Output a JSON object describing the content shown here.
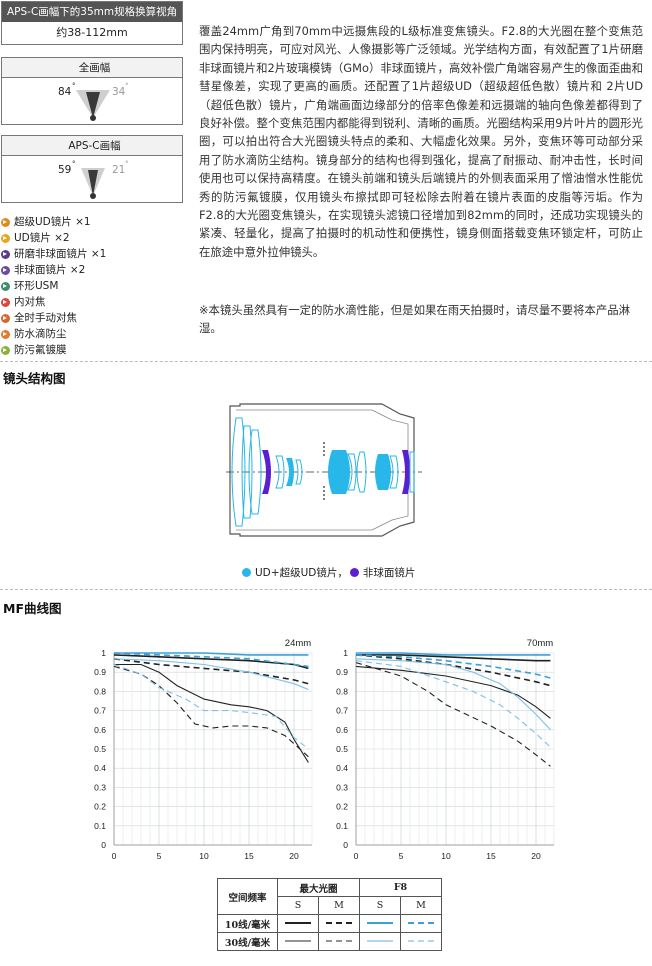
{
  "specs": {
    "aps_c_equiv": {
      "header": "APS-C画幅下的35mm规格换算视角",
      "value": "约38-112mm"
    },
    "full_frame": {
      "header": "全画幅",
      "wide_angle": "84",
      "tele_angle": "34"
    },
    "aps_c": {
      "header": "APS-C画幅",
      "wide_angle": "59",
      "tele_angle": "21"
    }
  },
  "features": [
    {
      "label": "超级UD镜片 ×1",
      "color": "#e08a1e"
    },
    {
      "label": "UD镜片 ×2",
      "color": "#e8a522"
    },
    {
      "label": "研磨非球面镜片 ×1",
      "color": "#5a3b8c"
    },
    {
      "label": "非球面镜片 ×2",
      "color": "#6b4aa0"
    },
    {
      "label": "环形USM",
      "color": "#3a8f6a"
    },
    {
      "label": "内对焦",
      "color": "#d9473a"
    },
    {
      "label": "全时手动对焦",
      "color": "#d7662a"
    },
    {
      "label": "防水滴防尘",
      "color": "#e07b2a"
    },
    {
      "label": "防污氟镀膜",
      "color": "#8cb03c"
    }
  ],
  "description": "覆盖24mm广角到70mm中远摄焦段的L级标准变焦镜头。F2.8的大光圈在整个变焦范围内保持明亮，可应对风光、人像摄影等广泛领域。光学结构方面，有效配置了1片研磨非球面镜片和2片玻璃模铸（GMo）非球面镜片，高效补偿广角端容易产生的像面歪曲和彗星像差，实现了更高的画质。还配置了1片超级UD（超级超低色散）镜片和 2片UD（超低色散）镜片，广角端画面边缘部分的倍率色像差和远摄端的轴向色像差都得到了良好补偿。整个变焦范围内都能得到锐利、清晰的画质。光圈结构采用9片叶片的圆形光圈，可以拍出符合大光圈镜头特点的柔和、大幅虚化效果。另外，变焦环等可动部分采用了防水滴防尘结构。镜身部分的结构也得到强化，提高了耐振动、耐冲击性，长时间使用也可以保持高精度。在镜头前端和镜头后端镜片的外侧表面采用了憎油憎水性能优秀的防污氟镀膜，仅用镜头布擦拭即可轻松除去附着在镜片表面的皮脂等污垢。作为F2.8的大光圈变焦镜头，在实现镜头滤镜口径增加到82mm的同时，还成功实现镜头的紧凑、轻量化，提高了拍摄时的机动性和便携性，镜身侧面搭载变焦环锁定杆，可防止在旅途中意外拉伸镜头。",
  "note": "※本镜头虽然具有一定的防水滴性能，但是如果在雨天拍摄时，请尽量不要将本产品淋湿。",
  "sections": {
    "lens_structure": "镜头结构图",
    "mtf": "MF曲线图"
  },
  "lens_legend": [
    {
      "label": "UD+超级UD镜片，",
      "color": "#29b6e8"
    },
    {
      "label": "非球面镜片",
      "color": "#5a1fd0"
    }
  ],
  "chart_data": {
    "type": "line",
    "xlim": [
      0,
      22
    ],
    "ylim": [
      0,
      1
    ],
    "x_ticks": [
      0,
      5,
      10,
      15,
      20
    ],
    "y_ticks": [
      "0",
      "0.1",
      "0.2",
      "0.3",
      "0.4",
      "0.5",
      "0.6",
      "0.7",
      "0.8",
      "0.9",
      "1"
    ],
    "grid": true,
    "panels": [
      {
        "title": "24mm",
        "series": [
          {
            "name": "最大光圈 10线/毫米 S",
            "color": "#222222",
            "dash": "solid",
            "x": [
              0,
              5,
              10,
              15,
              20,
              21.6
            ],
            "y": [
              0.99,
              0.98,
              0.97,
              0.96,
              0.94,
              0.92
            ]
          },
          {
            "name": "最大光圈 10线/毫米 M",
            "color": "#222222",
            "dash": "dash",
            "x": [
              0,
              5,
              10,
              15,
              20,
              21.6
            ],
            "y": [
              0.97,
              0.94,
              0.92,
              0.9,
              0.86,
              0.84
            ]
          },
          {
            "name": "最大光圈 30线/毫米 S",
            "color": "#222222",
            "dash": "solid",
            "x": [
              0,
              3,
              5,
              7,
              10,
              13,
              15,
              17,
              19,
              20,
              21.6
            ],
            "y": [
              0.94,
              0.94,
              0.9,
              0.83,
              0.76,
              0.73,
              0.72,
              0.7,
              0.64,
              0.55,
              0.43
            ]
          },
          {
            "name": "最大光圈 30线/毫米 M",
            "color": "#222222",
            "dash": "dash",
            "x": [
              0,
              3,
              5,
              7,
              9,
              11,
              13,
              15,
              17,
              19,
              21.6
            ],
            "y": [
              0.93,
              0.89,
              0.83,
              0.74,
              0.63,
              0.61,
              0.62,
              0.62,
              0.61,
              0.57,
              0.46
            ]
          },
          {
            "name": "F8 10线/毫米 S",
            "color": "#3aa0d8",
            "dash": "solid",
            "x": [
              0,
              5,
              10,
              15,
              20,
              21.6
            ],
            "y": [
              1,
              1,
              1,
              0.99,
              0.99,
              0.99
            ]
          },
          {
            "name": "F8 10线/毫米 M",
            "color": "#3aa0d8",
            "dash": "dash",
            "x": [
              0,
              5,
              10,
              15,
              20,
              21.6
            ],
            "y": [
              1,
              0.99,
              0.98,
              0.97,
              0.94,
              0.93
            ]
          },
          {
            "name": "F8 30线/毫米 S",
            "color": "#7fc0e6",
            "dash": "solid",
            "x": [
              0,
              5,
              10,
              15,
              20,
              21.6
            ],
            "y": [
              0.97,
              0.96,
              0.94,
              0.9,
              0.84,
              0.81
            ]
          },
          {
            "name": "F8 30线/毫米 M",
            "color": "#7fc0e6",
            "dash": "dash",
            "x": [
              0,
              3,
              5,
              8,
              10,
              13,
              15,
              18,
              20,
              21.6
            ],
            "y": [
              0.94,
              0.89,
              0.82,
              0.76,
              0.7,
              0.7,
              0.69,
              0.67,
              0.56,
              0.5
            ]
          }
        ]
      },
      {
        "title": "70mm",
        "series": [
          {
            "name": "最大光圈 10线/毫米 S",
            "color": "#222222",
            "dash": "solid",
            "x": [
              0,
              5,
              10,
              15,
              20,
              21.6
            ],
            "y": [
              0.99,
              0.99,
              0.98,
              0.97,
              0.96,
              0.96
            ]
          },
          {
            "name": "最大光圈 10线/毫米 M",
            "color": "#222222",
            "dash": "dash",
            "x": [
              0,
              5,
              10,
              15,
              20,
              21.6
            ],
            "y": [
              0.99,
              0.97,
              0.94,
              0.9,
              0.85,
              0.83
            ]
          },
          {
            "name": "最大光圈 30线/毫米 S",
            "color": "#222222",
            "dash": "solid",
            "x": [
              0,
              5,
              10,
              15,
              18,
              20,
              21.6
            ],
            "y": [
              0.93,
              0.91,
              0.88,
              0.83,
              0.78,
              0.72,
              0.66
            ]
          },
          {
            "name": "最大光圈 30线/毫米 M",
            "color": "#222222",
            "dash": "dash",
            "x": [
              0,
              5,
              8,
              10,
              15,
              18,
              20,
              21.6
            ],
            "y": [
              0.95,
              0.88,
              0.8,
              0.73,
              0.62,
              0.54,
              0.47,
              0.41
            ]
          },
          {
            "name": "F8 10线/毫米 S",
            "color": "#3aa0d8",
            "dash": "solid",
            "x": [
              0,
              5,
              10,
              15,
              20,
              21.6
            ],
            "y": [
              1,
              1,
              0.99,
              0.99,
              0.99,
              0.99
            ]
          },
          {
            "name": "F8 10线/毫米 M",
            "color": "#3aa0d8",
            "dash": "dash",
            "x": [
              0,
              5,
              10,
              15,
              20,
              21.6
            ],
            "y": [
              0.99,
              0.98,
              0.96,
              0.93,
              0.89,
              0.87
            ]
          },
          {
            "name": "F8 30线/毫米 S",
            "color": "#7fc0e6",
            "dash": "solid",
            "x": [
              0,
              5,
              10,
              13,
              16,
              18,
              20,
              21.6
            ],
            "y": [
              0.97,
              0.96,
              0.94,
              0.9,
              0.84,
              0.77,
              0.68,
              0.6
            ]
          },
          {
            "name": "F8 30线/毫米 M",
            "color": "#7fc0e6",
            "dash": "dash",
            "x": [
              0,
              5,
              10,
              13,
              16,
              18,
              20,
              21.6
            ],
            "y": [
              0.96,
              0.93,
              0.85,
              0.8,
              0.73,
              0.66,
              0.58,
              0.51
            ]
          }
        ]
      }
    ]
  },
  "mtf_table": {
    "col_header": "空间频率",
    "groups": [
      "最大光圈",
      "F8"
    ],
    "sub": [
      "S",
      "M",
      "S",
      "M"
    ],
    "rows": [
      "10线/毫米",
      "30线/毫米"
    ]
  }
}
